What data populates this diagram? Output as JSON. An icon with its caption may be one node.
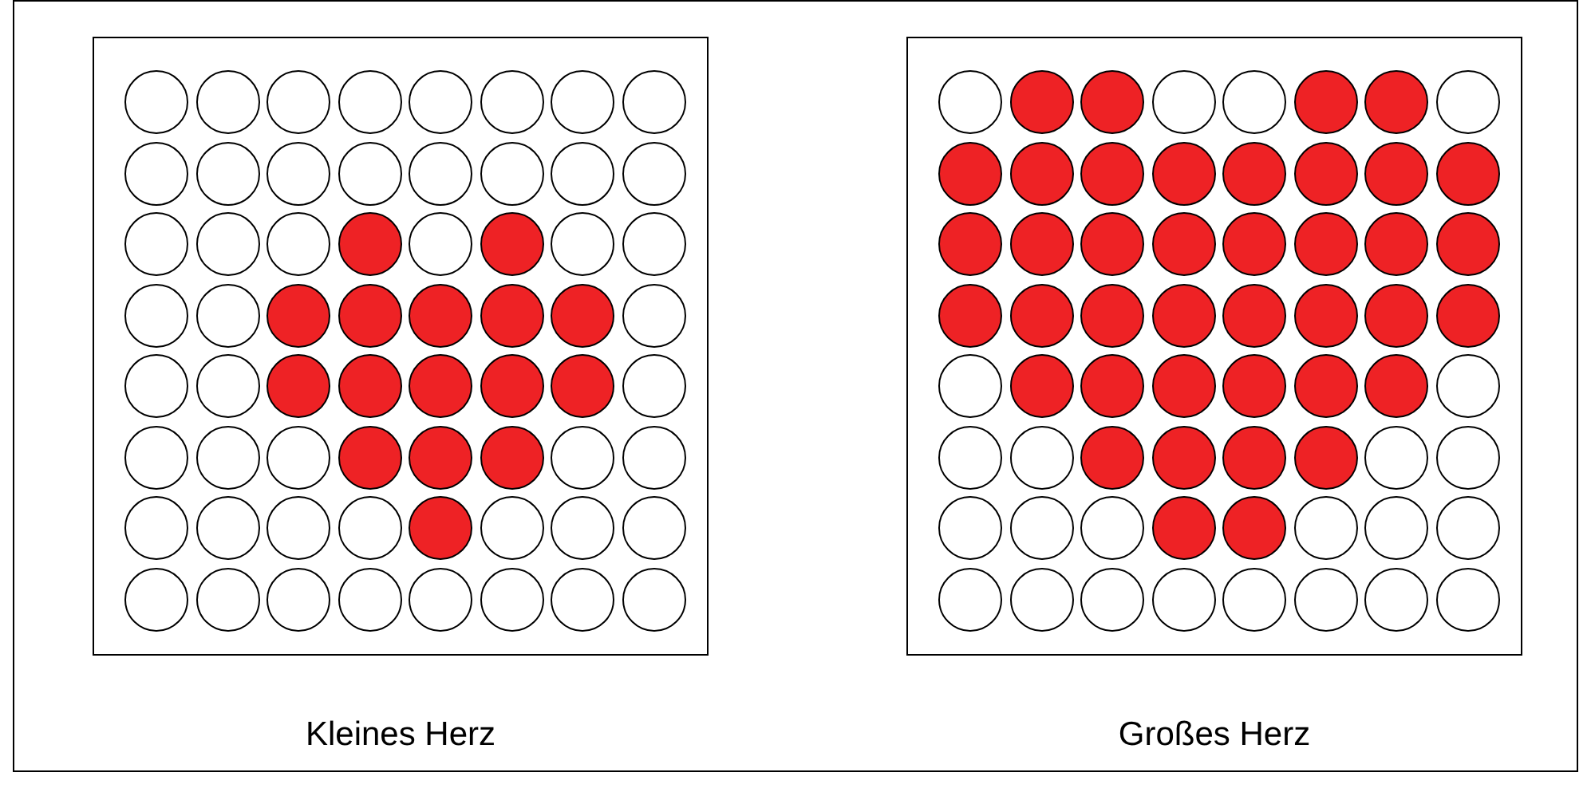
{
  "diagram": {
    "nodes": [
      {
        "text": [],
        "shape": "box",
        "beside": [
          "Kleines Herz"
        ]
      },
      {
        "text": [],
        "shape": "box",
        "beside": [
          "Großes Herz"
        ]
      }
    ]
  }
}
